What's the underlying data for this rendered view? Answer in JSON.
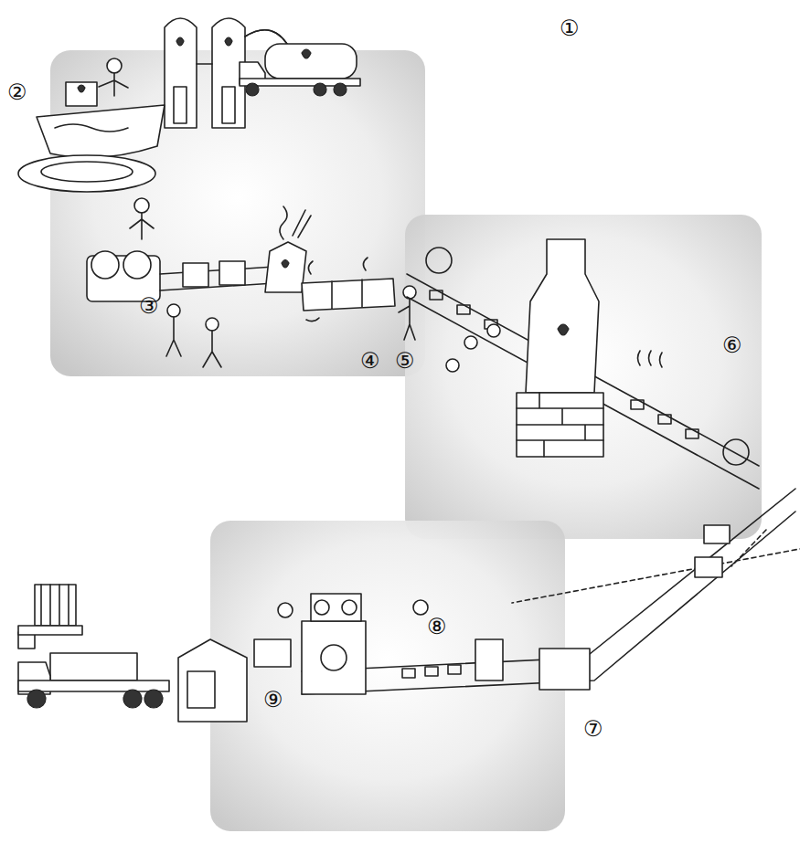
{
  "diagram": {
    "labels": [
      "①",
      "②",
      "③",
      "④",
      "⑤",
      "⑥",
      "⑦",
      "⑧",
      "⑨"
    ]
  }
}
